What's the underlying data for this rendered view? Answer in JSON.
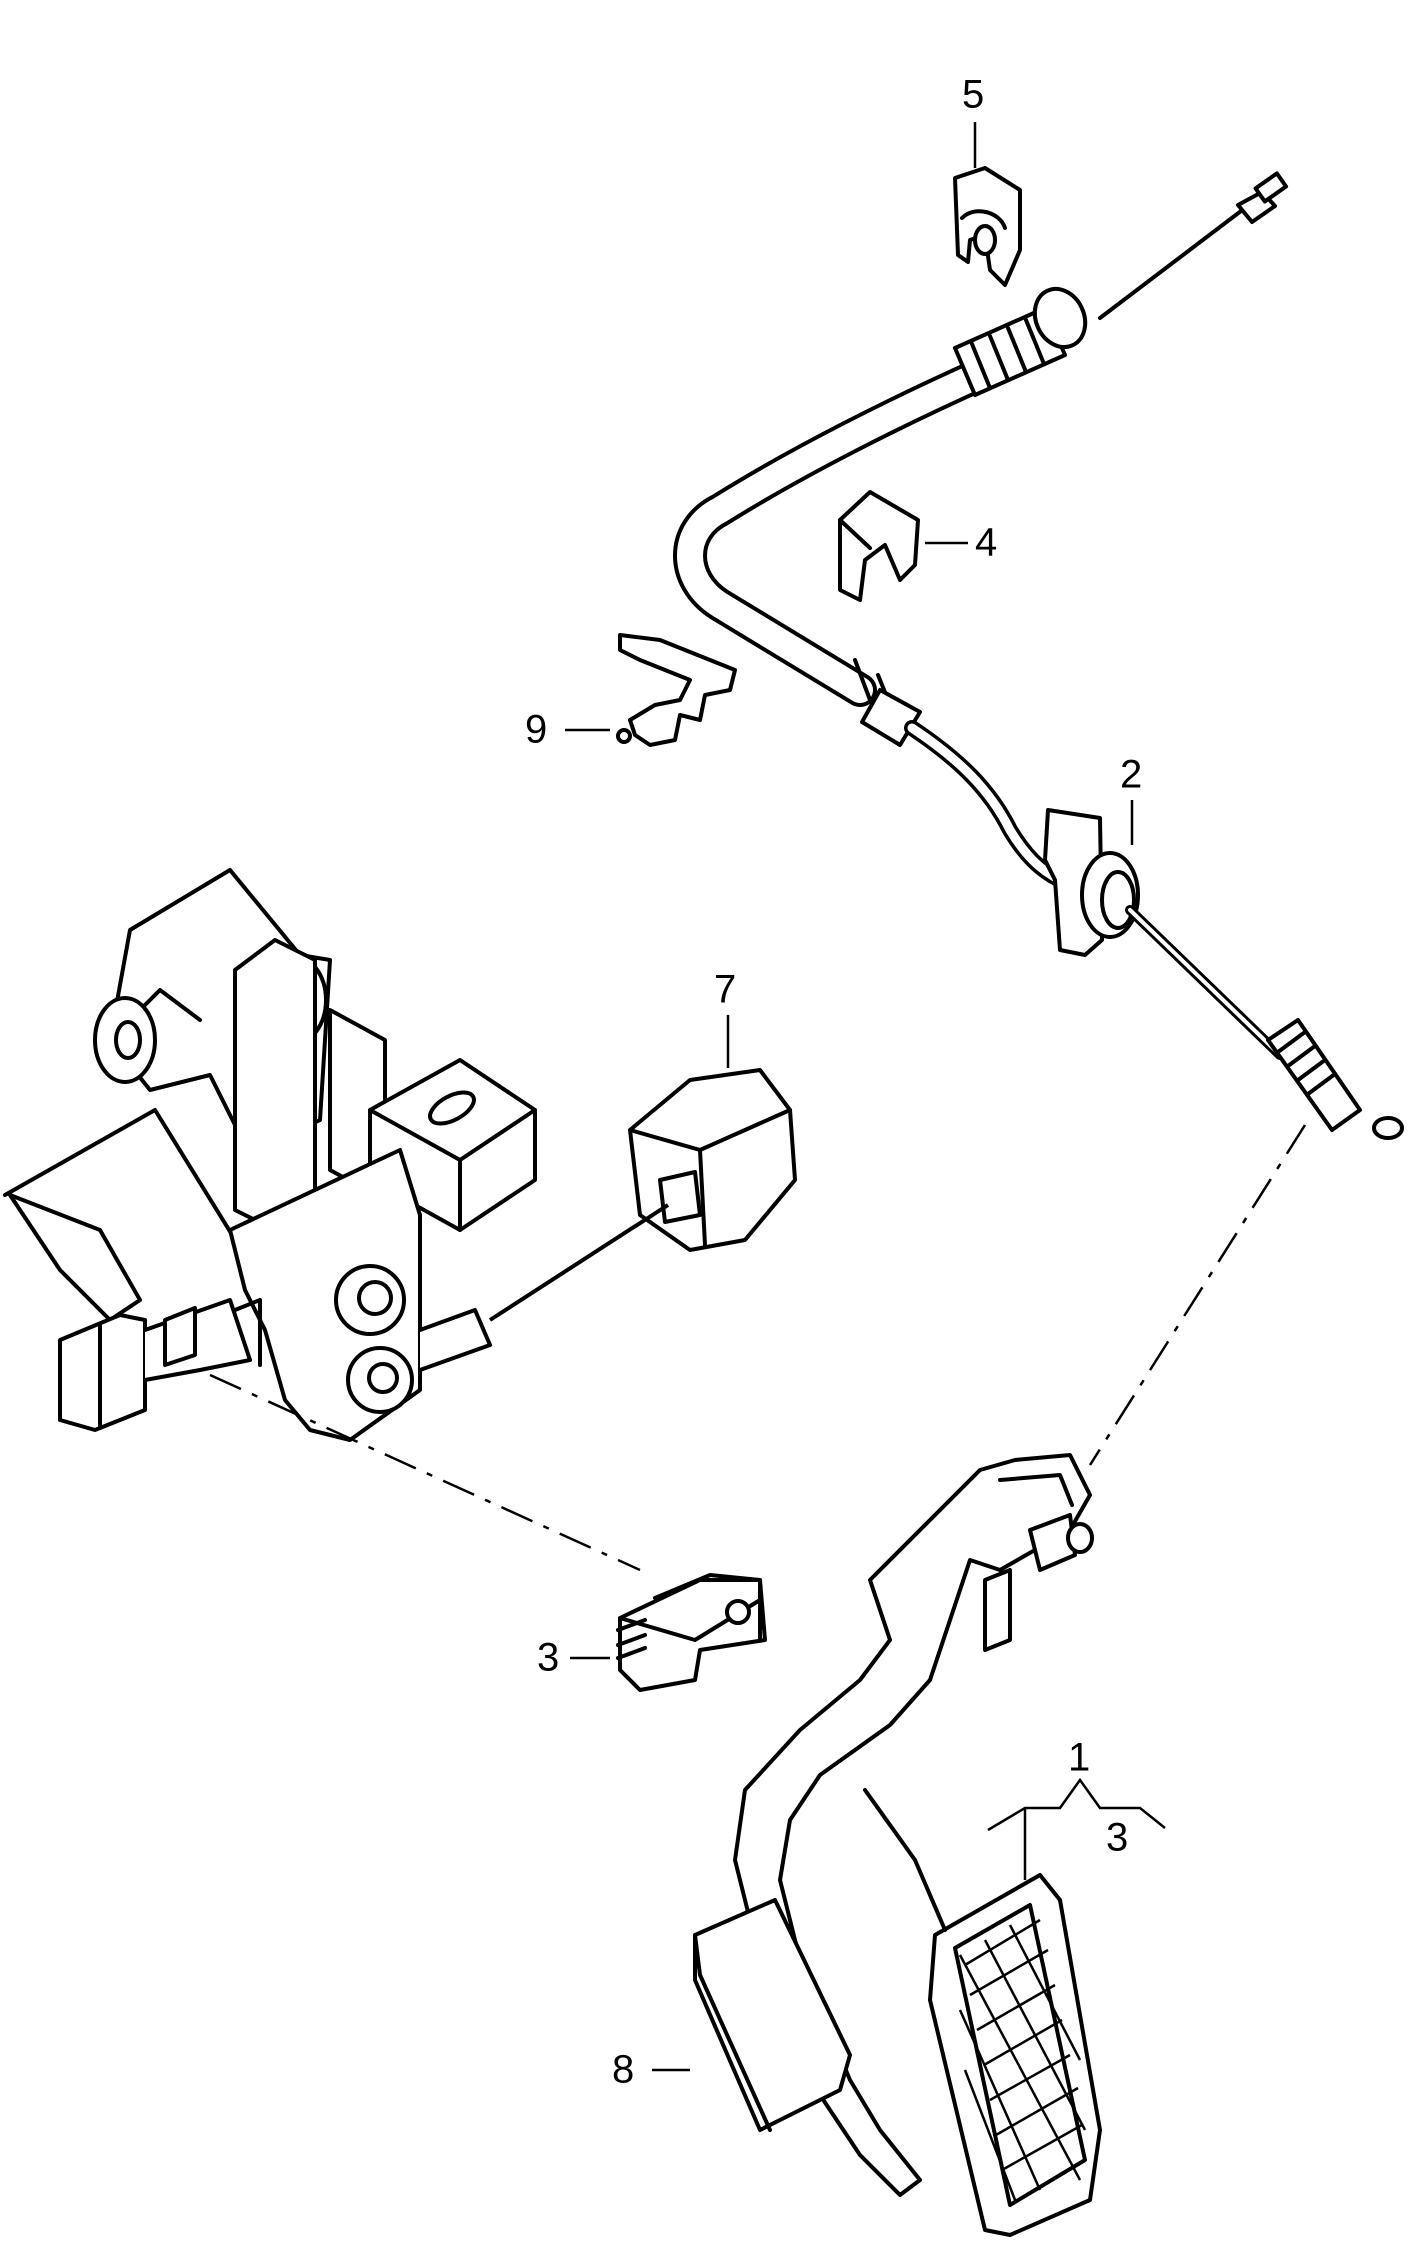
{
  "callouts": {
    "c1": "1",
    "c2": "2",
    "c3_pedal": "3",
    "c3_switch": "3",
    "c4": "4",
    "c5": "5",
    "c7": "7",
    "c8": "8",
    "c9": "9"
  },
  "colors": {
    "line": "#000000",
    "background": "#ffffff"
  }
}
